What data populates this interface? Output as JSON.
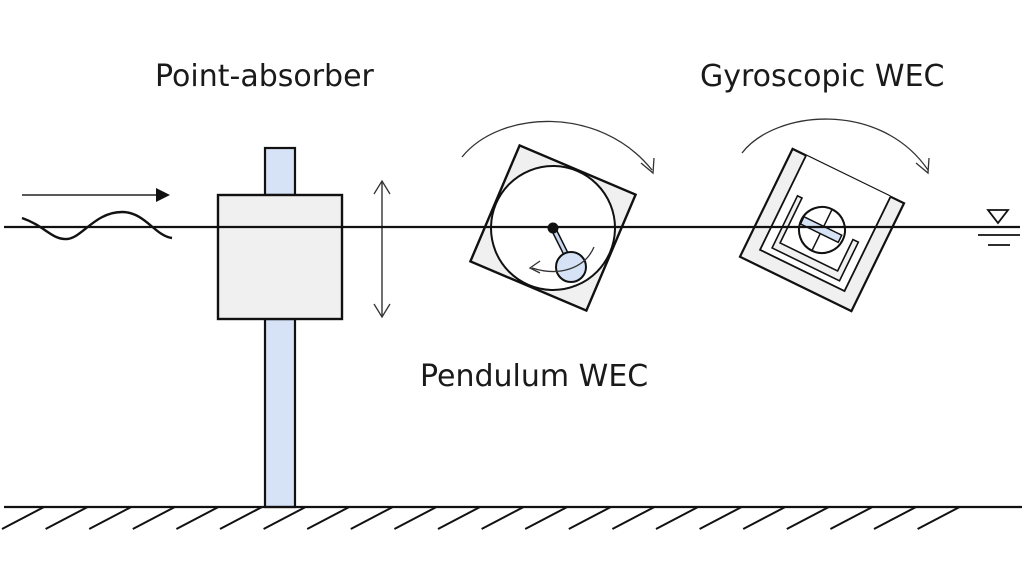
{
  "title": "Wave energy converter types",
  "labels": {
    "point_absorber": "Point-absorber",
    "pendulum": "Pendulum WEC",
    "gyroscopic": "Gyroscopic WEC"
  },
  "colors": {
    "line": "#111111",
    "body_fill": "#f0f0f0",
    "accent_fill": "#d6e2f5",
    "background": "#ffffff"
  },
  "symbols": {
    "wave_direction": "arrow-right-icon",
    "heave_motion": "double-arrow-vertical-icon",
    "pitch_rotation": "curved-arrow-icon",
    "water_level": "water-level-icon",
    "seabed": "seabed-hatch"
  }
}
